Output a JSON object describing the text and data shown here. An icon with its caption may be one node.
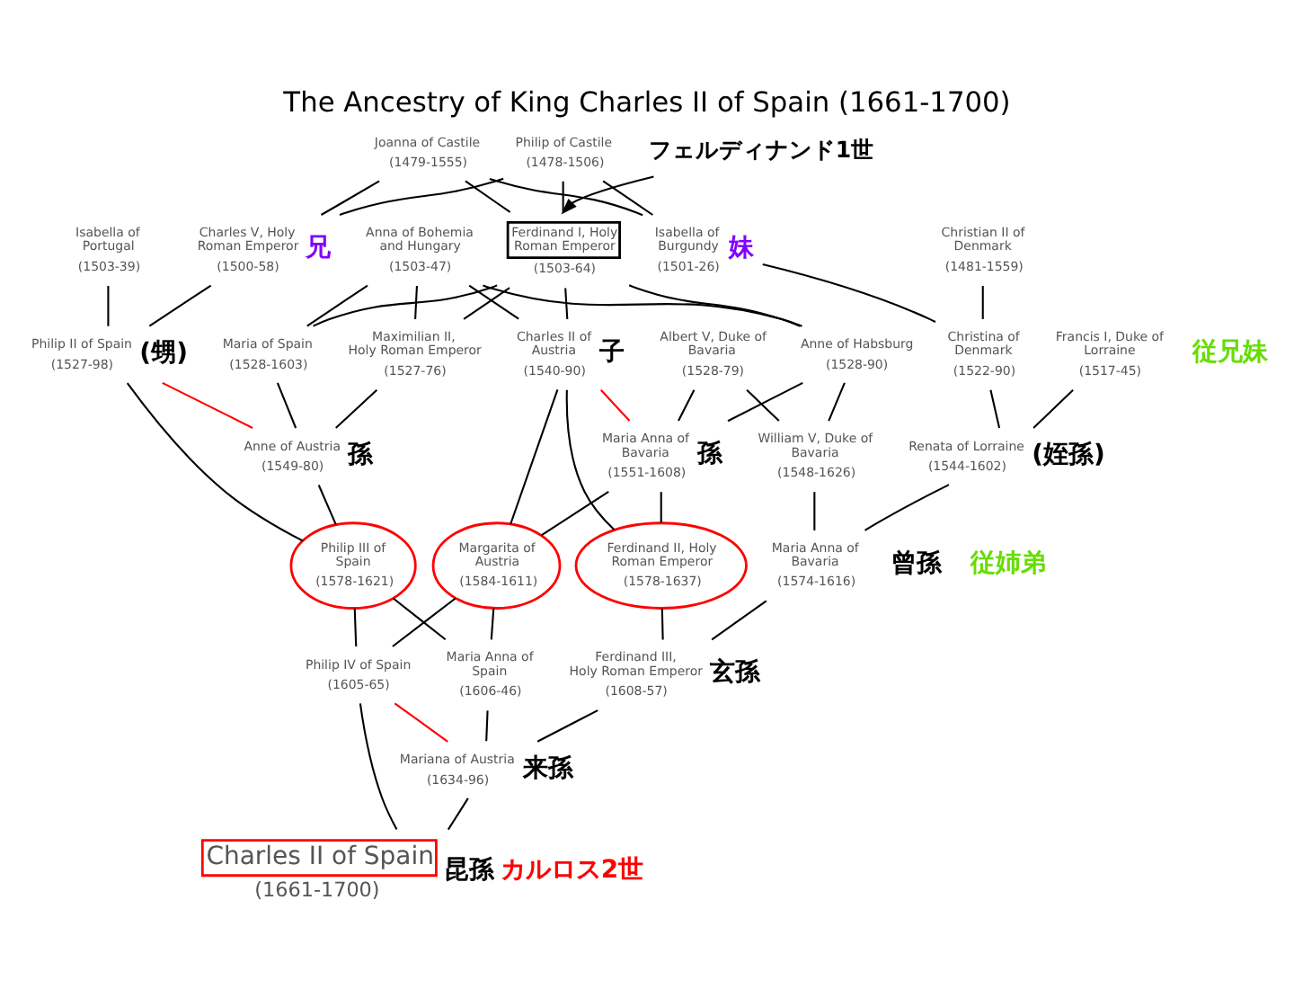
{
  "diagram": {
    "title": "The Ancestry of King Charles II of Spain (1661-1700)",
    "nodes": [
      {
        "text": [
          "Philip of Castile",
          "(1478-1506)"
        ]
      },
      {
        "text": [
          "Joanna of Castile",
          "(1479-1555)"
        ]
      },
      {
        "text": [
          "Isabella of Portugal",
          "(1503-39)"
        ]
      },
      {
        "text": [
          "Charles V, Holy Roman Emperor",
          "(1500-58)"
        ],
        "beside": [
          "兄"
        ]
      },
      {
        "text": [
          "Ferdinand I, Holy Roman Emperor",
          "(1503-64)"
        ]
      },
      {
        "text": [
          "Anna of Bohemia and Hungary",
          "(1503-47)"
        ]
      },
      {
        "text": [
          "Isabella of Burgundy",
          "(1501-26)"
        ],
        "beside": [
          "妹"
        ]
      },
      {
        "text": [
          "Christian II of Denmark",
          "(1481-1559)"
        ]
      },
      {
        "text": [
          "Philip II of Spain",
          "(1527-98)"
        ],
        "beside": [
          "(甥)"
        ]
      },
      {
        "text": [
          "Maria of Spain",
          "(1528-1603)"
        ]
      },
      {
        "text": [
          "Maximilian II, Holy Roman Emperor",
          "(1527-76)"
        ]
      },
      {
        "text": [
          "Charles II of Austria",
          "(1540-90)"
        ],
        "beside": [
          "子"
        ]
      },
      {
        "text": [
          "Anne of Habsburg",
          "(1528-90)"
        ]
      },
      {
        "text": [
          "Albert V, Duke of Bavaria",
          "(1528-79)"
        ]
      },
      {
        "text": [
          "Christina of Denmark",
          "(1522-90)"
        ]
      },
      {
        "text": [
          "Francis I, Duke of Lorraine",
          "(1517-45)"
        ]
      },
      {
        "text": [
          "Anne of Austria",
          "(1549-80)"
        ],
        "beside": [
          "孫"
        ]
      },
      {
        "text": [
          "Maria Anna of Bavaria",
          "(1551-1608)"
        ],
        "beside": [
          "孫"
        ]
      },
      {
        "text": [
          "William V, Duke of Bavaria",
          "(1548-1626)"
        ]
      },
      {
        "text": [
          "Renata of Lorraine",
          "(1544-1602)"
        ],
        "beside": [
          "(姪孫)"
        ]
      },
      {
        "text": [
          "Philip III of Spain",
          "(1578-1621)"
        ]
      },
      {
        "text": [
          "Margarita of Austria",
          "(1584-1611)"
        ]
      },
      {
        "text": [
          "Ferdinand II, Holy Roman Emperor",
          "(1578-1637)"
        ]
      },
      {
        "text": [
          "Maria Anna of Bavaria",
          "(1574-1616)"
        ]
      },
      {
        "text": [
          "Philip IV of Spain",
          "(1605-65)"
        ]
      },
      {
        "text": [
          "Maria Anna of Spain",
          "(1606-46)"
        ]
      },
      {
        "text": [
          "Ferdinand III, Holy Roman Emperor",
          "(1608-57)"
        ],
        "beside": [
          "玄孫"
        ]
      },
      {
        "text": [
          "Mariana of Austria",
          "(1634-96)"
        ],
        "beside": [
          "来孫"
        ]
      },
      {
        "text": [
          "Charles II of Spain",
          "(1661-1700)"
        ],
        "beside": [
          "昆孫",
          "カルロス2世"
        ]
      },
      {
        "text": [
          "フェルディナンド1世"
        ]
      }
    ],
    "edges": [
      {
        "from": 0,
        "to": 3,
        "arrow": "none"
      },
      {
        "from": 1,
        "to": 3,
        "arrow": "none"
      },
      {
        "from": 0,
        "to": 4,
        "arrow": "none"
      },
      {
        "from": 1,
        "to": 4,
        "arrow": "none"
      },
      {
        "from": 0,
        "to": 6,
        "arrow": "none"
      },
      {
        "from": 1,
        "to": 6,
        "arrow": "none"
      },
      {
        "from": 2,
        "to": 8,
        "arrow": "none"
      },
      {
        "from": 3,
        "to": 8,
        "arrow": "none"
      },
      {
        "from": 4,
        "to": 9,
        "arrow": "none"
      },
      {
        "from": 5,
        "to": 9,
        "arrow": "none"
      },
      {
        "from": 4,
        "to": 10,
        "arrow": "none"
      },
      {
        "from": 5,
        "to": 10,
        "arrow": "none"
      },
      {
        "from": 4,
        "to": 11,
        "arrow": "none"
      },
      {
        "from": 5,
        "to": 11,
        "arrow": "none"
      },
      {
        "from": 4,
        "to": 12,
        "arrow": "none"
      },
      {
        "from": 5,
        "to": 12,
        "arrow": "none"
      },
      {
        "from": 6,
        "to": 14,
        "arrow": "none"
      },
      {
        "from": 7,
        "to": 14,
        "arrow": "none"
      },
      {
        "from": 9,
        "to": 16,
        "arrow": "none"
      },
      {
        "from": 10,
        "to": 16,
        "arrow": "none"
      },
      {
        "from": 12,
        "to": 17,
        "arrow": "none"
      },
      {
        "from": 13,
        "to": 17,
        "arrow": "none"
      },
      {
        "from": 12,
        "to": 18,
        "arrow": "none"
      },
      {
        "from": 13,
        "to": 18,
        "arrow": "none"
      },
      {
        "from": 14,
        "to": 19,
        "arrow": "none"
      },
      {
        "from": 15,
        "to": 19,
        "arrow": "none"
      },
      {
        "from": 8,
        "to": 20,
        "arrow": "none"
      },
      {
        "from": 16,
        "to": 20,
        "arrow": "none"
      },
      {
        "from": 11,
        "to": 21,
        "arrow": "none"
      },
      {
        "from": 17,
        "to": 21,
        "arrow": "none"
      },
      {
        "from": 11,
        "to": 22,
        "arrow": "none"
      },
      {
        "from": 17,
        "to": 22,
        "arrow": "none"
      },
      {
        "from": 18,
        "to": 23,
        "arrow": "none"
      },
      {
        "from": 19,
        "to": 23,
        "arrow": "none"
      },
      {
        "from": 20,
        "to": 24,
        "arrow": "none"
      },
      {
        "from": 21,
        "to": 24,
        "arrow": "none"
      },
      {
        "from": 20,
        "to": 25,
        "arrow": "none"
      },
      {
        "from": 21,
        "to": 25,
        "arrow": "none"
      },
      {
        "from": 22,
        "to": 26,
        "arrow": "none"
      },
      {
        "from": 23,
        "to": 26,
        "arrow": "none"
      },
      {
        "from": 25,
        "to": 27,
        "arrow": "none"
      },
      {
        "from": 26,
        "to": 27,
        "arrow": "none"
      },
      {
        "from": 24,
        "to": 28,
        "arrow": "none"
      },
      {
        "from": 27,
        "to": 28,
        "arrow": "none"
      },
      {
        "from": 8,
        "to": 16,
        "arrow": "none",
        "color": "#ff0000"
      },
      {
        "from": 11,
        "to": 17,
        "arrow": "none",
        "color": "#ff0000"
      },
      {
        "from": 24,
        "to": 27,
        "arrow": "none",
        "color": "#ff0000"
      },
      {
        "from": 29,
        "to": 4,
        "arrow": "to"
      }
    ],
    "labels": [
      "従兄妹",
      "曾孫",
      "従姉弟"
    ]
  }
}
